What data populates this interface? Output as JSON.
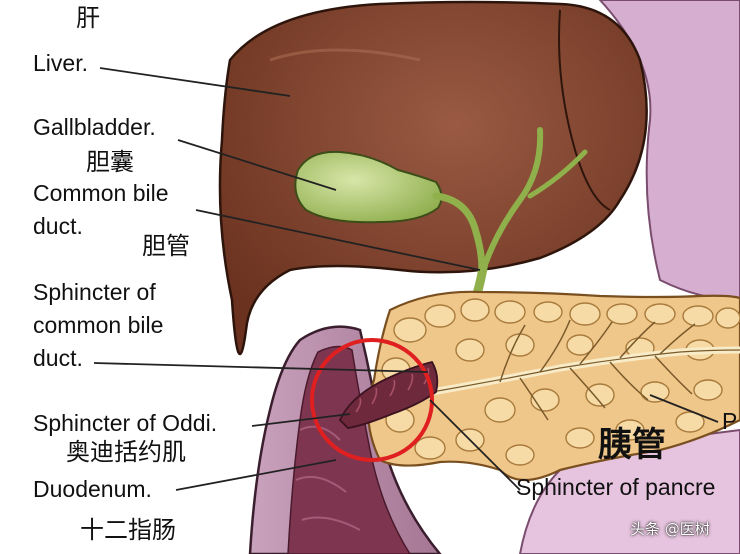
{
  "labels": {
    "liver_cn": "肝",
    "liver_en": "Liver.",
    "gallbladder_en": "Gallbladder.",
    "gallbladder_cn": "胆囊",
    "bile_duct_en_1": "Common bile",
    "bile_duct_en_2": "duct.",
    "bile_duct_cn": "胆管",
    "sphincter_cbd_1": "Sphincter of",
    "sphincter_cbd_2": "common bile",
    "sphincter_cbd_3": "duct.",
    "oddi_en": "Sphincter of Oddi.",
    "oddi_cn": "奥迪括约肌",
    "duodenum_en": "Duodenum.",
    "duodenum_cn": "十二指肠",
    "pancreatic_duct_cn": "胰管",
    "pancreatic_sphincter_en": "Sphincter of pancre",
    "pancreas_en_cut": "P"
  },
  "watermark": {
    "prefix": "头条",
    "handle": "@医树"
  },
  "colors": {
    "liver": "#7a3d2a",
    "liver_light": "#9a5a43",
    "gallbladder": "#a9c46a",
    "bile_duct": "#8fb04a",
    "pancreas": "#f0c78a",
    "pancreas_lobule": "#f6dba6",
    "duodenum_wall": "#b98aa8",
    "duodenum_lumen": "#7e3650",
    "background_organ": "#d6aed0",
    "highlight_circle": "#e02020",
    "sphincter": "#6e2a3c"
  },
  "icons": {
    "highlight": "red-circle-highlight"
  }
}
